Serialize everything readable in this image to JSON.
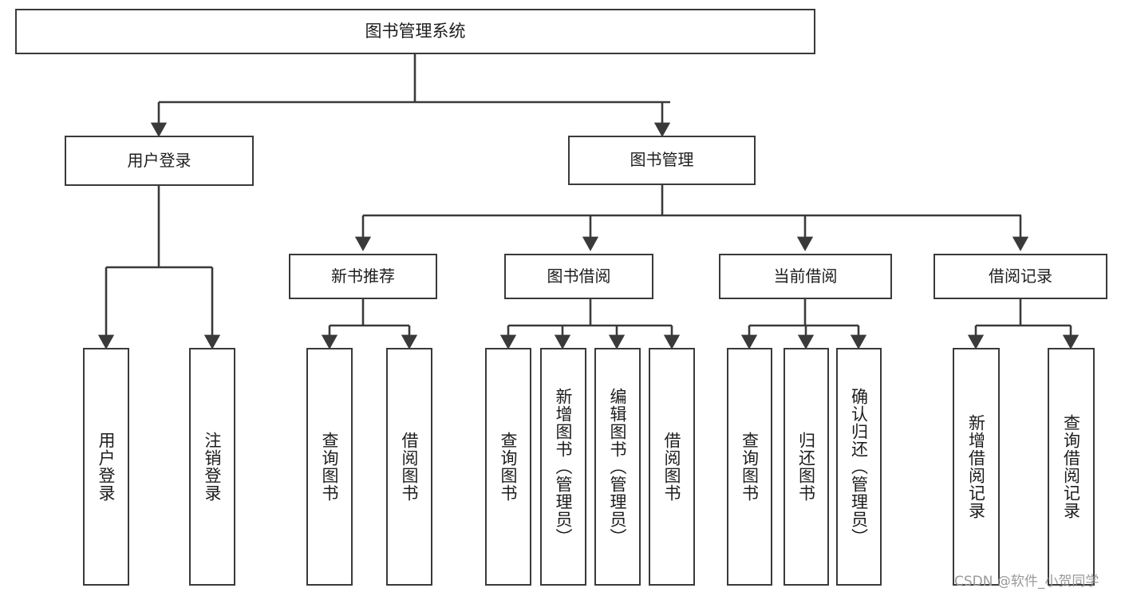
{
  "diagram": {
    "title": "图书管理系统",
    "type": "tree-hierarchy",
    "colors": {
      "box_border": "#3a3a3a",
      "box_fill": "#ffffff",
      "connector": "#3a3a3a",
      "text": "#1d1d1d",
      "watermark": "#9a9a9a",
      "background": "#ffffff"
    },
    "root": {
      "label": "图书管理系统"
    },
    "level2": [
      {
        "label": "用户登录"
      },
      {
        "label": "图书管理"
      }
    ],
    "level3": [
      {
        "label": "新书推荐"
      },
      {
        "label": "图书借阅"
      },
      {
        "label": "当前借阅"
      },
      {
        "label": "借阅记录"
      }
    ],
    "leaves": {
      "user_login": [
        {
          "label": "用户登录"
        },
        {
          "label": "注销登录"
        }
      ],
      "new_book_recommend": [
        {
          "label": "查询图书"
        },
        {
          "label": "借阅图书"
        }
      ],
      "book_borrow": [
        {
          "label": "查询图书"
        },
        {
          "label": "新增图书（管理员）"
        },
        {
          "label": "编辑图书（管理员）"
        },
        {
          "label": "借阅图书"
        }
      ],
      "current_borrow": [
        {
          "label": "查询图书"
        },
        {
          "label": "归还图书"
        },
        {
          "label": "确认归还（管理员）"
        }
      ],
      "borrow_record": [
        {
          "label": "新增借阅记录"
        },
        {
          "label": "查询借阅记录"
        }
      ]
    }
  },
  "watermark": {
    "text": "CSDN @软件_小贺同学"
  }
}
